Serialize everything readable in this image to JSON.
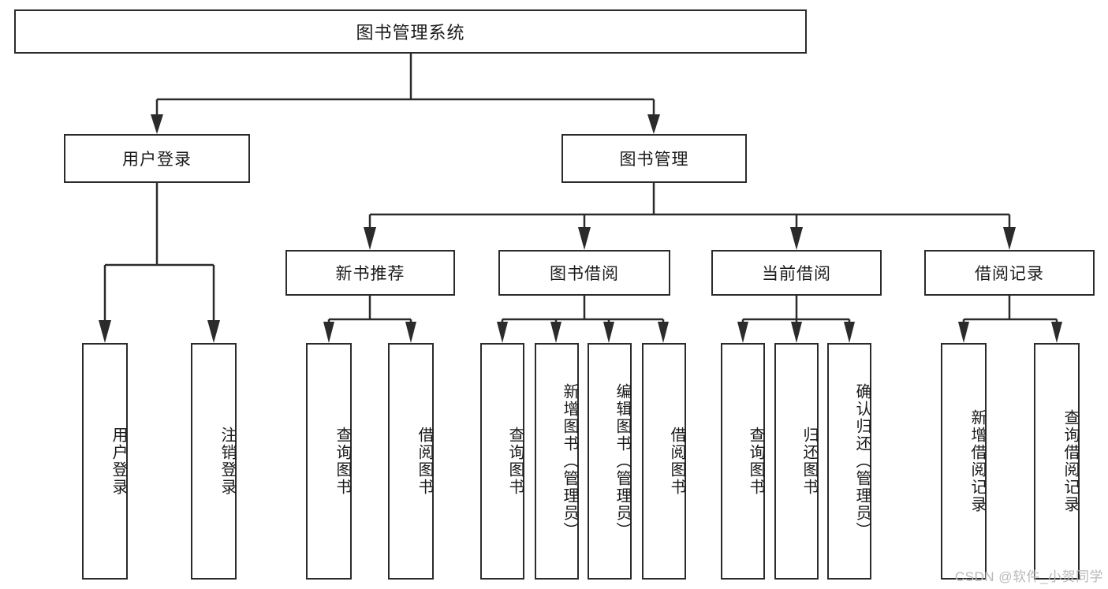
{
  "diagram": {
    "title": "图书管理系统",
    "watermark": "CSDN @软件_小贺同学",
    "line_color": "#2b2b2b",
    "box_fill": "#ffffff",
    "text_color": "#1a1a1a",
    "watermark_color": "#b9b9b9",
    "nodes": {
      "root": {
        "label": "图书管理系统"
      },
      "level2": [
        {
          "label": "用户登录"
        },
        {
          "label": "图书管理"
        }
      ],
      "level3": [
        {
          "label": "新书推荐"
        },
        {
          "label": "图书借阅"
        },
        {
          "label": "当前借阅"
        },
        {
          "label": "借阅记录"
        }
      ],
      "leaves": {
        "user_login": [
          {
            "label": "用户登录"
          },
          {
            "label": "注销登录"
          }
        ],
        "new_book_recommend": [
          {
            "label": "查询图书"
          },
          {
            "label": "借阅图书"
          }
        ],
        "book_borrow": [
          {
            "label": "查询图书"
          },
          {
            "label": "新增图书（管理员）"
          },
          {
            "label": "编辑图书（管理员）"
          },
          {
            "label": "借阅图书"
          }
        ],
        "current_borrow": [
          {
            "label": "查询图书"
          },
          {
            "label": "归还图书"
          },
          {
            "label": "确认归还（管理员）"
          }
        ],
        "borrow_record": [
          {
            "label": "新增借阅记录"
          },
          {
            "label": "查询借阅记录"
          }
        ]
      }
    }
  }
}
